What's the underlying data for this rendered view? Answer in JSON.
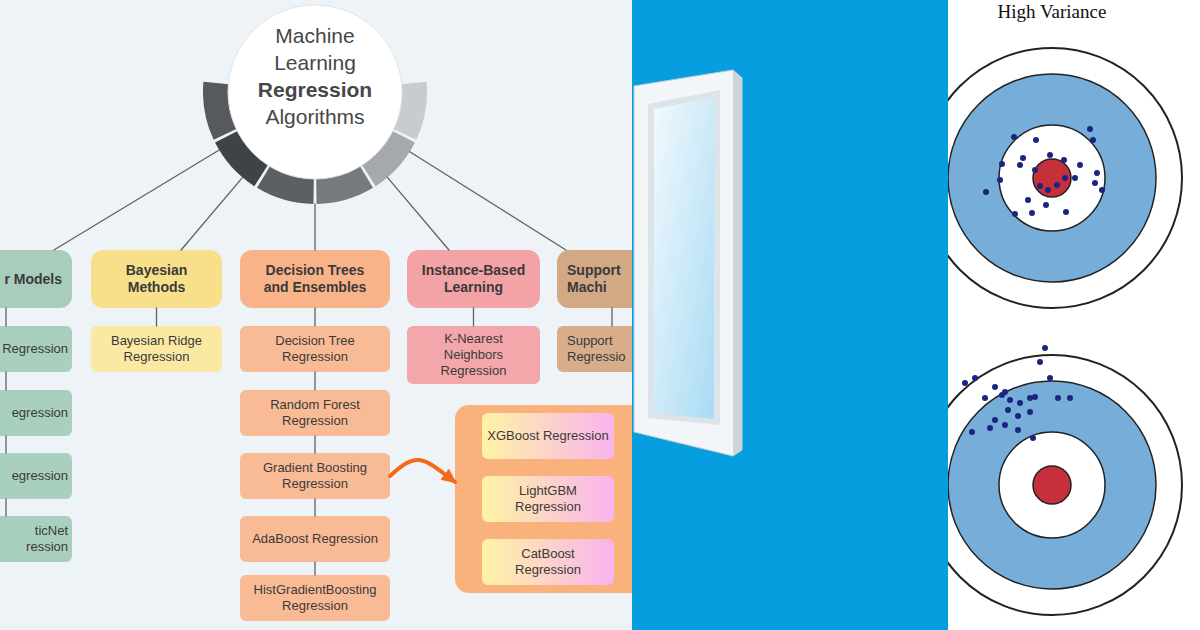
{
  "diagram": {
    "nodes": [
      {
        "text": [
          "Machine Learning",
          "Regression",
          "Algorithms"
        ]
      },
      {
        "text": [
          "r Models"
        ]
      },
      {
        "text": [
          "Regression"
        ]
      },
      {
        "text": [
          "egression"
        ]
      },
      {
        "text": [
          "egression"
        ]
      },
      {
        "text": [
          "ticNet ression"
        ]
      },
      {
        "text": [
          "Bayesian Methods"
        ]
      },
      {
        "text": [
          "Bayesian Ridge Regression"
        ]
      },
      {
        "text": [
          "Decision Trees and Ensembles"
        ]
      },
      {
        "text": [
          "Decision Tree Regression"
        ]
      },
      {
        "text": [
          "Random Forest Regression"
        ]
      },
      {
        "text": [
          "Gradient Boosting Regression"
        ]
      },
      {
        "text": [
          "AdaBoost Regression"
        ]
      },
      {
        "text": [
          "HistGradientBoosting Regression"
        ]
      },
      {
        "text": [
          "Instance-Based Learning"
        ]
      },
      {
        "text": [
          "K-Nearest Neighbors Regression"
        ]
      },
      {
        "text": [
          "Support Machi"
        ]
      },
      {
        "text": [
          "Support Regressio"
        ]
      },
      {
        "text": []
      },
      {
        "text": [
          "XGBoost Regression"
        ],
        "in": 18
      },
      {
        "text": [
          "LightGBM Regression"
        ],
        "in": 18
      },
      {
        "text": [
          "CatBoost Regression"
        ],
        "in": 18
      }
    ],
    "edges": [
      {
        "from": 0,
        "to": 1,
        "arrow": "none"
      },
      {
        "from": 0,
        "to": 6,
        "arrow": "none"
      },
      {
        "from": 0,
        "to": 8,
        "arrow": "none"
      },
      {
        "from": 0,
        "to": 14,
        "arrow": "none"
      },
      {
        "from": 0,
        "to": 16,
        "arrow": "none"
      },
      {
        "from": 1,
        "to": 2,
        "arrow": "none"
      },
      {
        "from": 2,
        "to": 3,
        "arrow": "none"
      },
      {
        "from": 3,
        "to": 4,
        "arrow": "none"
      },
      {
        "from": 4,
        "to": 5,
        "arrow": "none"
      },
      {
        "from": 6,
        "to": 7,
        "arrow": "none"
      },
      {
        "from": 8,
        "to": 9,
        "arrow": "none"
      },
      {
        "from": 9,
        "to": 10,
        "arrow": "none"
      },
      {
        "from": 10,
        "to": 11,
        "arrow": "none"
      },
      {
        "from": 11,
        "to": 12,
        "arrow": "none"
      },
      {
        "from": 12,
        "to": 13,
        "arrow": "none"
      },
      {
        "from": 14,
        "to": 15,
        "arrow": "none"
      },
      {
        "from": 16,
        "to": 17,
        "arrow": "none"
      },
      {
        "from": 11,
        "to": 18,
        "arrow": "to"
      }
    ],
    "labels": [
      "High Variance"
    ]
  }
}
